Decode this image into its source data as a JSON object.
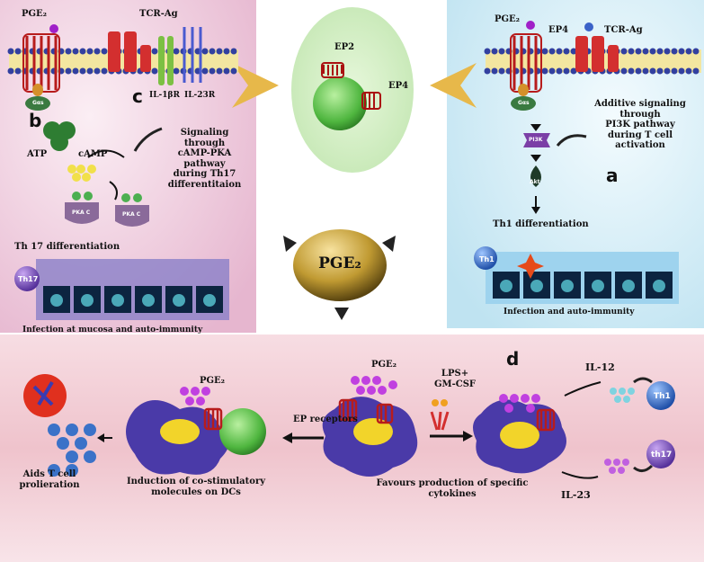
{
  "panel_letters": {
    "a": "a",
    "b": "b",
    "c": "c",
    "d": "d"
  },
  "top_left": {
    "pge2": "PGE₂",
    "tcr_ag": "TCR-Ag",
    "il1br": "IL-1βR",
    "il23r": "IL-23R",
    "gas": "Gαs",
    "atp": "ATP",
    "camp": "cAMP",
    "pka": "PKA C",
    "signaling": [
      "Signaling",
      "through",
      "cAMP-PKA",
      "pathway",
      "during Th17",
      "differentitaion"
    ],
    "th17_diff": "Th 17 differentiation",
    "th17_cell": "Th17",
    "infection": "Infection at mucosa and auto-immunity"
  },
  "center": {
    "ep2": "EP2",
    "ep4": "EP4",
    "pge2": "PGE₂"
  },
  "top_right": {
    "pge2": "PGE₂",
    "ep4": "EP4",
    "tcr_ag": "TCR-Ag",
    "gas": "Gαs",
    "pi3k": "PI3K",
    "akt": "Akt",
    "additive": [
      "Additive signaling",
      "through",
      "PI3K pathway",
      "during T cell",
      "activation"
    ],
    "th1_diff": "Th1 differentiation",
    "th1_cell": "Th1",
    "infection": "Infection and auto-immunity"
  },
  "bottom": {
    "pge2_left": "PGE₂",
    "pge2_mid": "PGE₂",
    "ep_receptors": "EP receptors",
    "lps": [
      "LPS+",
      "GM-CSF"
    ],
    "il12": "IL-12",
    "il23": "IL-23",
    "th1": "Th1",
    "th17": "th17",
    "aids": [
      "Aids T cell",
      "prolieration"
    ],
    "induction": [
      "Induction of co-stimulatory",
      "molecules on DCs"
    ],
    "favours": [
      "Favours production of specific",
      "cytokines"
    ]
  },
  "colors": {
    "pink_bg": "#f3d3e2",
    "blue_bg": "#d7eef7",
    "bottom_bg": "#f0c8d0",
    "receptor_red": "#b71c1c",
    "gas_green": "#3a8a4a",
    "pge2_purple": "#a020c8",
    "cell_green": "#5fc24f",
    "dc_purple": "#4a3aa8",
    "nucleus_yellow": "#f2d42a",
    "th_blue": "#3b72c8",
    "arrow_gold": "#e7b84a"
  }
}
